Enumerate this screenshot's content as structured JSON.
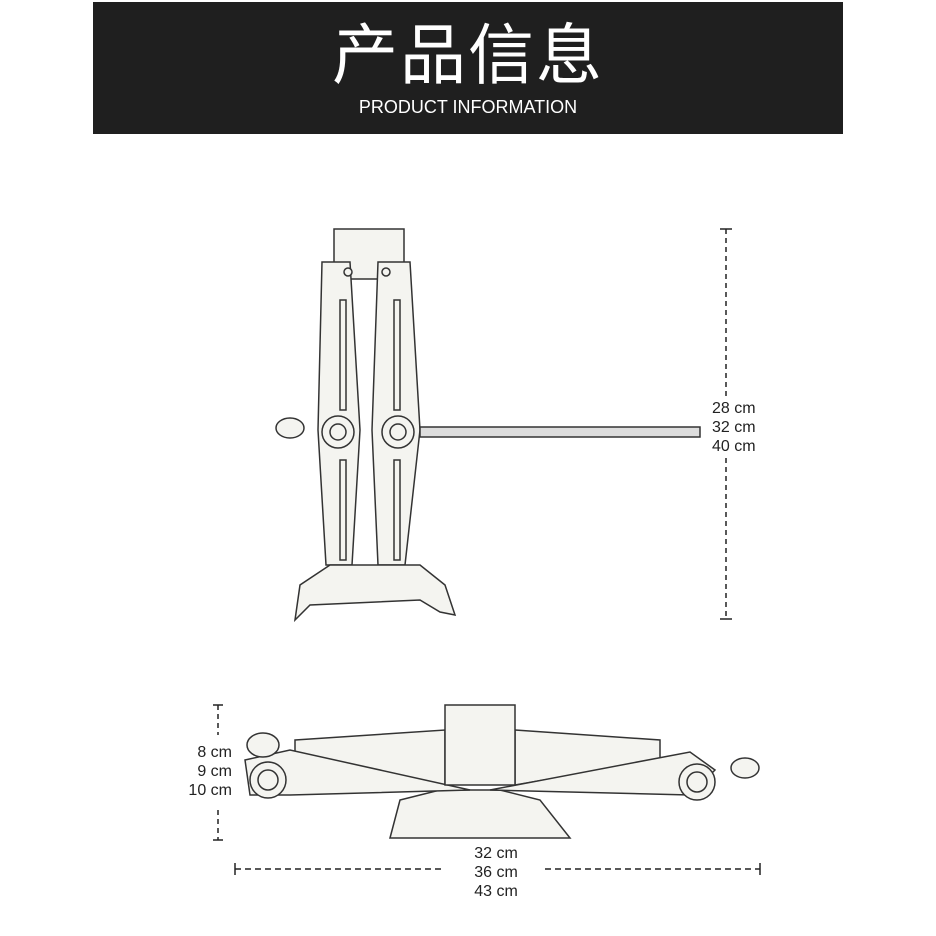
{
  "header": {
    "title_cn": "产品信息",
    "title_en": "PRODUCT INFORMATION"
  },
  "side_view": {
    "height_labels": [
      "28 cm",
      "32 cm",
      "40 cm"
    ]
  },
  "top_view": {
    "height_labels": [
      "8 cm",
      "9 cm",
      "10 cm"
    ],
    "length_labels": [
      "32 cm",
      "36 cm",
      "43 cm"
    ]
  }
}
